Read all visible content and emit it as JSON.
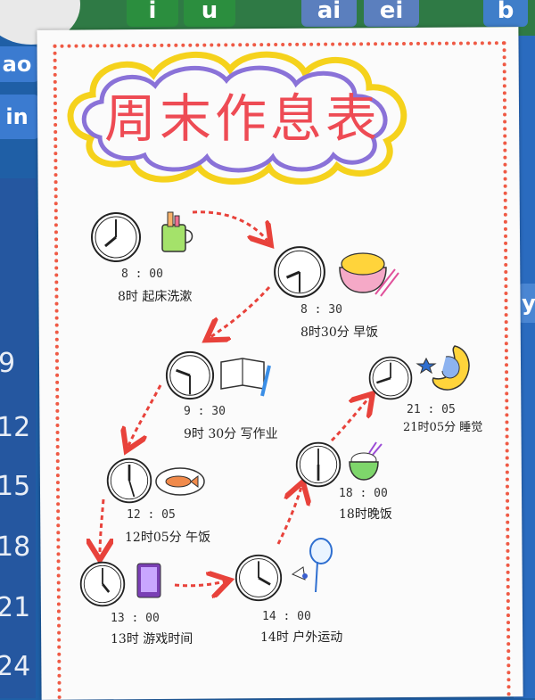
{
  "background": {
    "top_tiles": [
      "i",
      "u",
      "ai",
      "ei",
      "b"
    ],
    "left_tiles": [
      "ao",
      "in"
    ],
    "left_numbers": [
      "9",
      "12",
      "15",
      "18",
      "21",
      "24"
    ],
    "right_tiles": [
      "y"
    ]
  },
  "title": "周末作息表",
  "schedule": [
    {
      "time": "8 : 00",
      "label": "8时 起床洗漱",
      "icon": "toothbrush-cup-icon"
    },
    {
      "time": "8 : 30",
      "label": "8时30分 早饭",
      "icon": "noodle-bowl-icon"
    },
    {
      "time": "9 : 30",
      "label": "9时 30分 写作业",
      "icon": "book-pen-icon"
    },
    {
      "time": "12 : 05",
      "label": "12时05分 午饭",
      "icon": "fish-plate-icon"
    },
    {
      "time": "13 : 00",
      "label": "13时 游戏时间",
      "icon": "tablet-icon"
    },
    {
      "time": "14 : 00",
      "label": "14时 户外运动",
      "icon": "badminton-icon"
    },
    {
      "time": "18 : 00",
      "label": "18时晚饭",
      "icon": "rice-bowl-icon"
    },
    {
      "time": "21 : 05",
      "label": "21时05分 睡觉",
      "icon": "moon-star-icon"
    }
  ],
  "colors": {
    "title": "#ee4b54",
    "cloud_outer": "#f5d21c",
    "cloud_inner": "#8a72d8",
    "arrow": "#e8423b",
    "border_dots": "#ef5a45"
  }
}
